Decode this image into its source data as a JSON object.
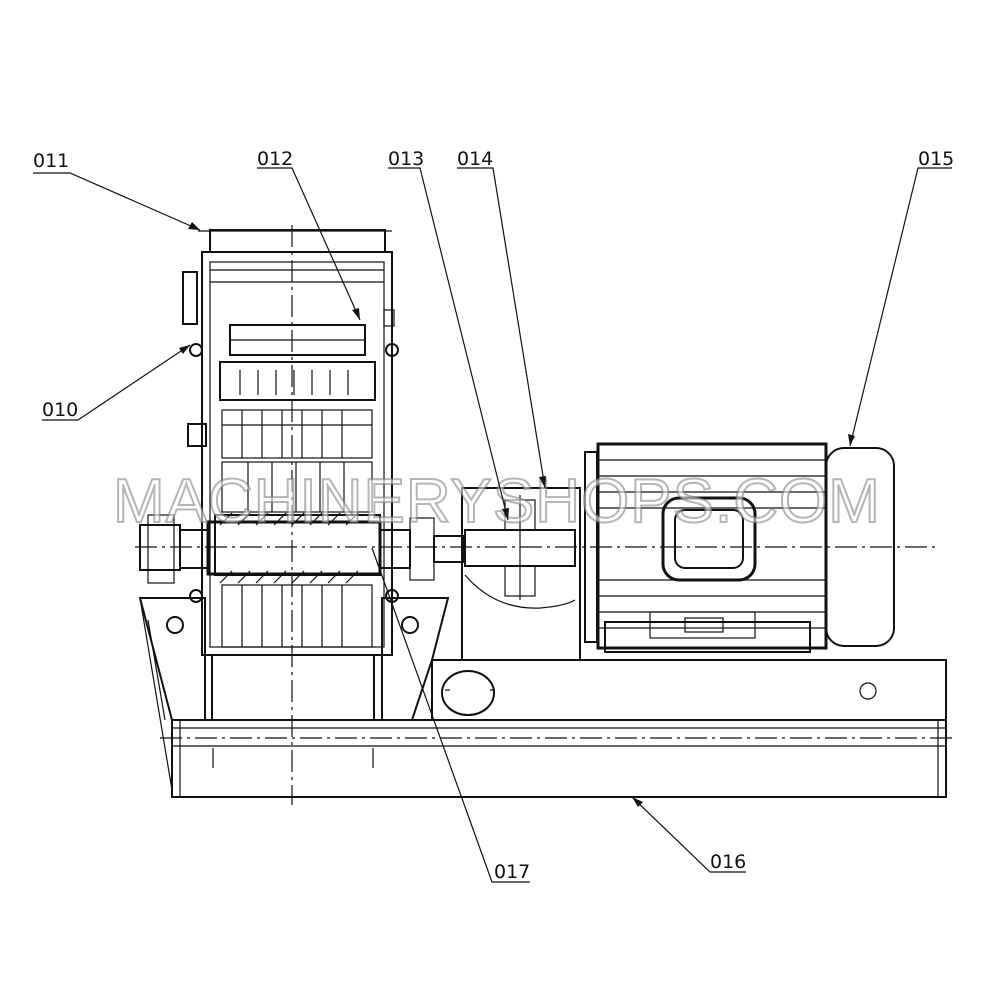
{
  "callouts": [
    {
      "id": "011",
      "text": "011"
    },
    {
      "id": "012",
      "text": "012"
    },
    {
      "id": "013",
      "text": "013"
    },
    {
      "id": "014",
      "text": "014"
    },
    {
      "id": "015",
      "text": "015"
    },
    {
      "id": "010",
      "text": "010"
    },
    {
      "id": "017",
      "text": "017"
    },
    {
      "id": "016",
      "text": "016"
    }
  ],
  "watermark": "MACHINERYSHOPS.COM",
  "colors": {
    "line": "#111111",
    "background": "#ffffff"
  }
}
